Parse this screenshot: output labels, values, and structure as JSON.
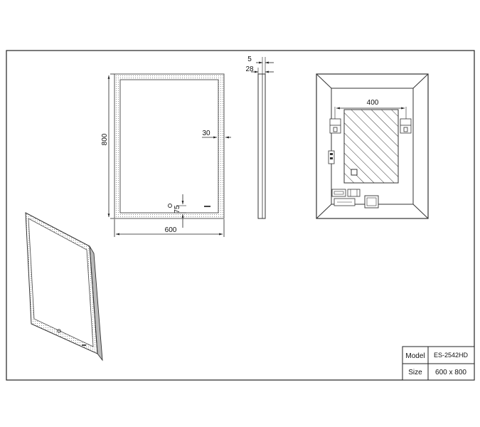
{
  "front_view": {
    "width_label": "600",
    "height_label": "800",
    "border_label": "30",
    "bottom_offset_label": "75"
  },
  "side_view": {
    "thickness_top_label": "5",
    "thickness_label": "28"
  },
  "back_view": {
    "bracket_spacing_label": "400"
  },
  "title_block": {
    "model_label": "Model",
    "model_value": "ES-2542HD",
    "size_label": "Size",
    "size_value": "600 x 800"
  },
  "colors": {
    "line": "#222222",
    "frame": "#888888"
  }
}
